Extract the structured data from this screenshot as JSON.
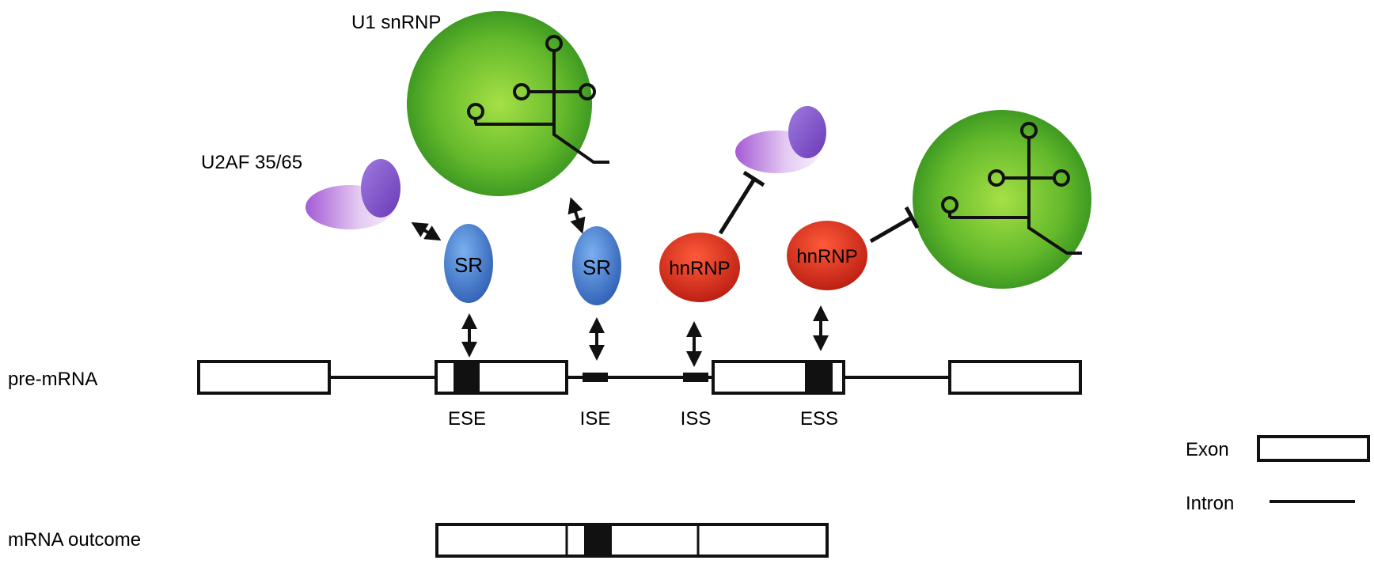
{
  "labels": {
    "u1_snrnp": "U1 snRNP",
    "u2af": "U2AF 35/65",
    "pre_mrna": "pre-mRNA",
    "mrna_outcome": "mRNA outcome",
    "ese": "ESE",
    "ise": "ISE",
    "iss": "ISS",
    "ess": "ESS",
    "sr_1": "SR",
    "sr_2": "SR",
    "hnrnp_1": "hnRNP",
    "hnrnp_2": "hnRNP"
  },
  "legend": {
    "exon": "Exon",
    "intron": "Intron"
  },
  "colors": {
    "sr_protein": "#4f7fd0",
    "hnrnp_protein": "#e0301e",
    "u1_snrnp": "#6cc232",
    "u2af": "#9a5cc8",
    "line": "#111111"
  }
}
